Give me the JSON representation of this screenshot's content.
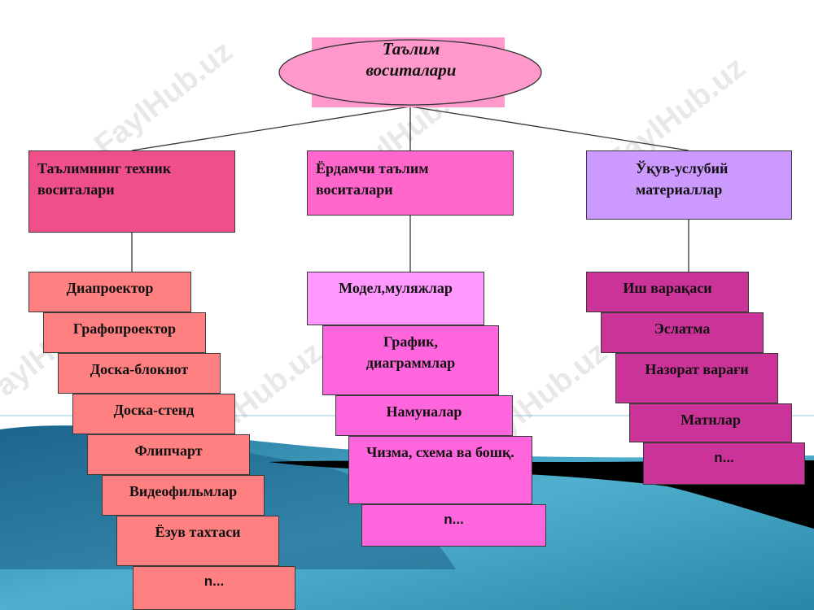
{
  "diagram": {
    "root": {
      "line1": "Таълим",
      "line2": "воситалари"
    },
    "categories": [
      {
        "title": "Таълимнинг  техник воситалари",
        "items": [
          "Диапроектор",
          "Графопроектор",
          "Доска-блокнот",
          "Доска-стенд",
          "Флипчарт",
          "Видеофильмлар",
          "Ёзув тахтаси",
          "n..."
        ]
      },
      {
        "title": "Ёрдамчи таълим воситалари",
        "items": [
          "Модел,муляжлар",
          "График, диаграммлар",
          "Намуналар",
          "Чизма, схема ва бошқ.",
          "n..."
        ]
      },
      {
        "title": "Ўқув-услубий материаллар",
        "items": [
          "Иш варақаси",
          "Эслатма",
          "Назорат варағи",
          "Матнлар",
          "n..."
        ]
      }
    ],
    "watermark": "FaylHub.uz"
  },
  "colors": {
    "root_fill": "#ff99cc",
    "col1_header": "#f0508a",
    "col1_items": "#ff8080",
    "col2_header": "#ff66cc",
    "col2_items": "#ff66dd",
    "col2_first": "#ff99ff",
    "col3_header": "#cc99ff",
    "col3_items": "#cc3399",
    "sea": "#2f8fb0",
    "land": "#000000"
  }
}
